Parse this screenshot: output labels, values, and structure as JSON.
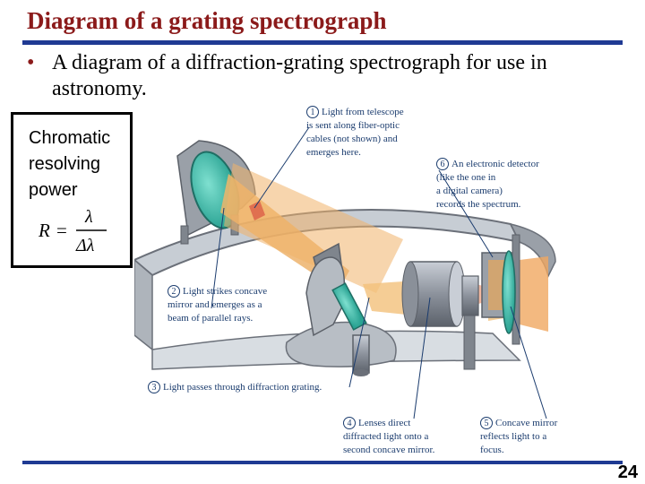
{
  "slide": {
    "title": "Diagram of a grating spectrograph",
    "bullet_marker": "•",
    "bullet_line1": "A diagram of a diffraction-grating spectrograph for use in",
    "bullet_line2": "astronomy.",
    "page_number": "24"
  },
  "sidebox": {
    "line1": "Chromatic",
    "line2": "resolving",
    "line3": "power",
    "formula_lhs": "R",
    "formula_eq": "=",
    "formula_num": "λ",
    "formula_den": "Δλ"
  },
  "labels": [
    {
      "n": "1",
      "lines": [
        "Light from telescope",
        "is sent along fiber-optic",
        "cables (not shown) and",
        "emerges here."
      ]
    },
    {
      "n": "2",
      "lines": [
        "Light strikes concave",
        "mirror and emerges as a",
        "beam of parallel rays."
      ]
    },
    {
      "n": "3",
      "lines": [
        "Light passes through diffraction grating."
      ]
    },
    {
      "n": "4",
      "lines": [
        "Lenses direct",
        "diffracted light onto a",
        "second concave mirror."
      ]
    },
    {
      "n": "5",
      "lines": [
        "Concave mirror",
        "reflects light to a",
        "focus."
      ]
    },
    {
      "n": "6",
      "lines": [
        "An electronic detector",
        "(like the one in",
        "a digital camera)",
        "records the spectrum."
      ]
    }
  ]
}
